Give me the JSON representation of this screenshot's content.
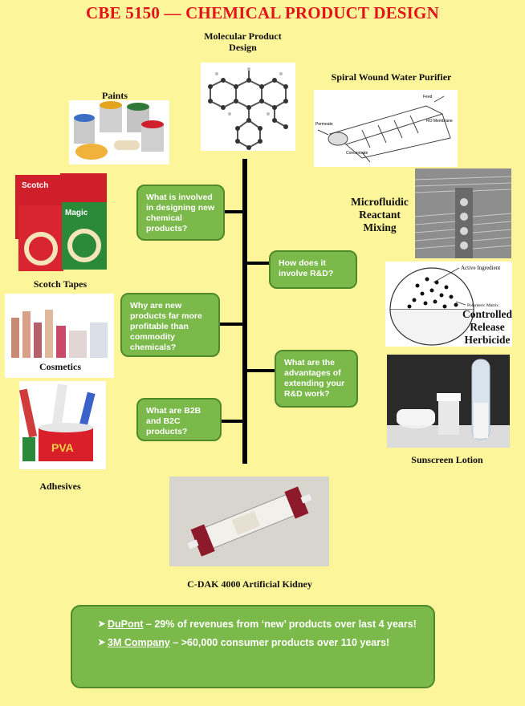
{
  "title": "CBE 5150 — CHEMICAL PRODUCT DESIGN",
  "captions": {
    "molecular": "Molecular Product Design",
    "paints": "Paints",
    "water_purifier": "Spiral Wound Water Purifier",
    "microfluidic": "Microfluidic Reactant Mixing",
    "scotch": "Scotch Tapes",
    "cosmetics": "Cosmetics",
    "controlled_release": "Controlled Release Herbicide",
    "adhesives": "Adhesives",
    "sunscreen": "Sunscreen Lotion",
    "kidney": "C-DAK 4000 Artificial Kidney"
  },
  "image_labels": {
    "purifier_feed": "Feed",
    "purifier_membrane": "RO Membrane",
    "purifier_permeate": "Permeate",
    "purifier_brine": "Concentrate",
    "herbicide_active": "Active Ingredient",
    "herbicide_matrix": "Polymeric Matrix",
    "tape_brand": "Scotch",
    "tape_magic": "Magic",
    "adhesive_pva": "PVA"
  },
  "questions": [
    "What is involved in designing new chemical products?",
    "How does it involve R&D?",
    "Why are new products far more profitable than commodity chemicals?",
    "What are the advantages of extending your R&D work?",
    "What are B2B and B2C products?"
  ],
  "facts": [
    {
      "company": "DuPont",
      "text": " – 29% of revenues from ‘new’ products over last 4 years!"
    },
    {
      "company": "3M Company",
      "text": " –  >60,000 consumer products over 110 years!"
    }
  ],
  "colors": {
    "background": "#fdf59a",
    "title": "#e3141b",
    "box_fill": "#7bb94a",
    "box_border": "#4e8a2a"
  }
}
